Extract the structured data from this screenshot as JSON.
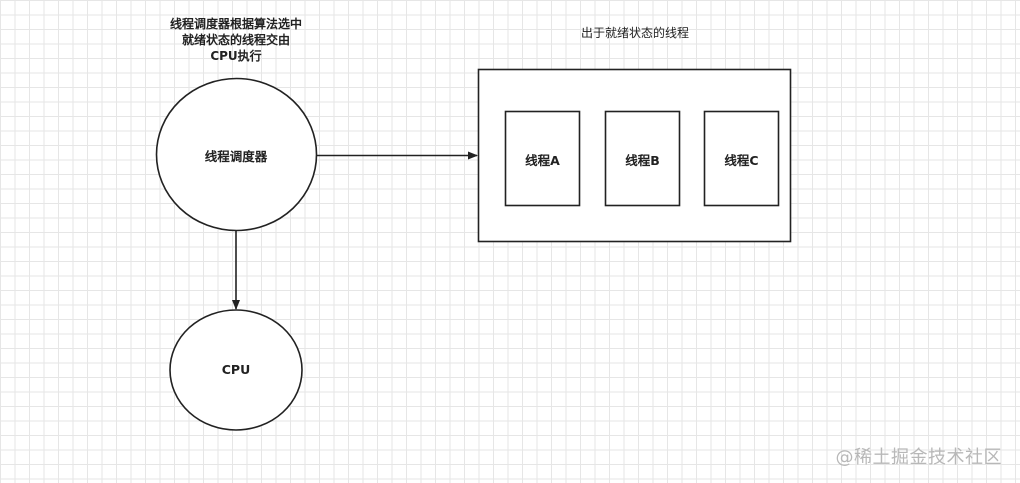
{
  "scheduler": {
    "caption_lines": [
      "线程调度器根据算法选中",
      "就绪状态的线程交由",
      "CPU执行"
    ],
    "label": "线程调度器"
  },
  "cpu": {
    "label": "CPU"
  },
  "ready_pool": {
    "caption": "出于就绪状态的线程",
    "threads": [
      {
        "label": "线程A"
      },
      {
        "label": "线程B"
      },
      {
        "label": "线程C"
      }
    ]
  },
  "edges": [
    {
      "from": "线程调度器",
      "to": "出于就绪状态的线程"
    },
    {
      "from": "线程调度器",
      "to": "CPU"
    }
  ],
  "watermark": "@稀土掘金技术社区",
  "colors": {
    "stroke": "#222222",
    "grid": "#e6e6e6",
    "background": "#ffffff"
  }
}
